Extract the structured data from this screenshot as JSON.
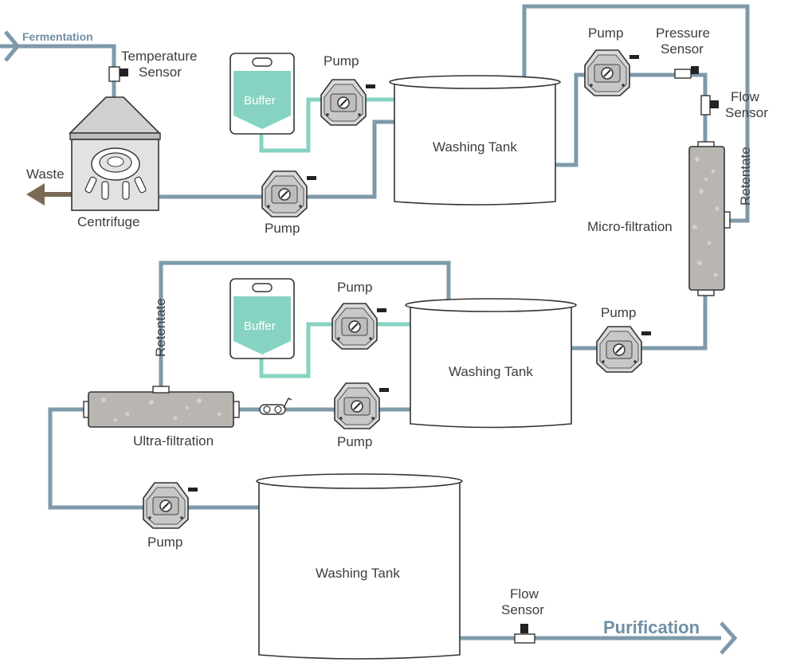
{
  "labels": {
    "fermentation": "Fermentation",
    "temperature_sensor_1": "Temperature",
    "temperature_sensor_2": "Sensor",
    "waste": "Waste",
    "centrifuge": "Centrifuge",
    "buffer_top": "Buffer",
    "buffer_bottom": "Buffer",
    "pump_buffer_top": "Pump",
    "pump_centrifuge": "Pump",
    "washing_tank_1": "Washing Tank",
    "pump_top_right": "Pump",
    "pressure_sensor_1": "Pressure",
    "pressure_sensor_2": "Sensor",
    "flow_sensor_top_1": "Flow",
    "flow_sensor_top_2": "Sensor",
    "retentate_right": "Retentate",
    "micro_filtration": "Micro-filtration",
    "pump_buffer_mid": "Pump",
    "washing_tank_2": "Washing Tank",
    "pump_mid_right": "Pump",
    "retentate_left": "Retentate",
    "ultra_filtration": "Ultra-filtration",
    "pump_ultra": "Pump",
    "pump_bottom": "Pump",
    "washing_tank_3": "Washing Tank",
    "flow_sensor_bottom_1": "Flow",
    "flow_sensor_bottom_2": "Sensor",
    "purification": "Purification"
  },
  "colors": {
    "pipe": "#7e9aaa",
    "buffer_pipe": "#86d3c2",
    "waste_arrow": "#7a6a55",
    "arrow_text": "#6f8fa3"
  }
}
